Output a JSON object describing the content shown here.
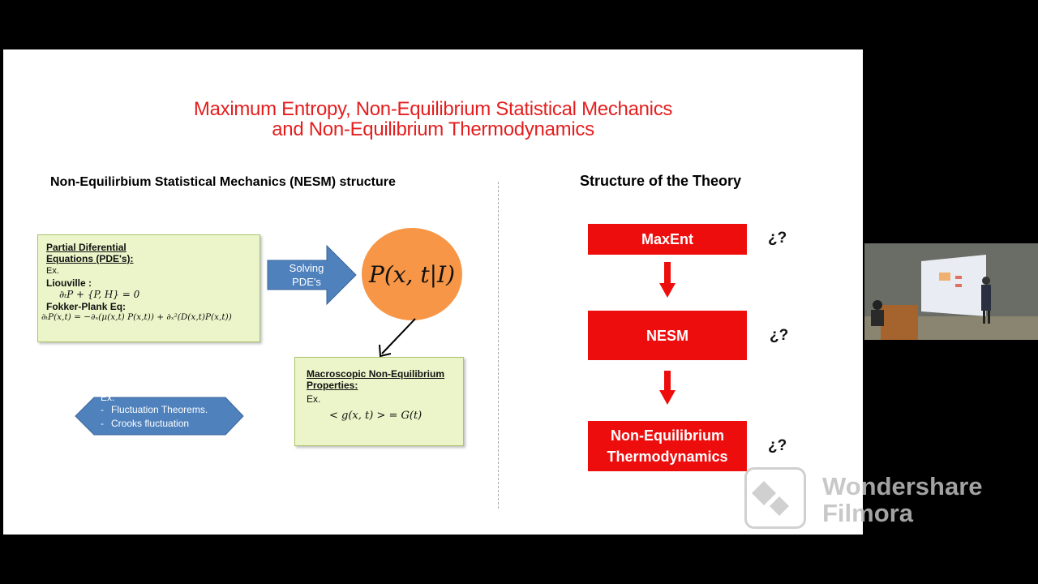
{
  "slide": {
    "title_line1": "Maximum Entropy, Non-Equilibrium Statistical Mechanics",
    "title_line2": "and Non-Equilibrium Thermodynamics",
    "left_heading": "Non-Equilirbium Statistical Mechanics (NESM) structure",
    "right_heading": "Structure of the Theory",
    "pde_box": {
      "title_line1": "Partial Diferential",
      "title_line2": "Equations (PDE's):",
      "ex": "Ex.",
      "liouville": "Liouville :",
      "liouville_eq": "∂ₜP + {P, H} = 0",
      "fokker": "Fokker-Plank Eq:",
      "fokker_eq": "∂ₜP(x,t) = −∂ₓ(μ(x,t) P(x,t)) + ∂ₓ²(D(x,t)P(x,t))"
    },
    "solving_arrow": {
      "line1": "Solving",
      "line2": "PDE's"
    },
    "circle_label": "P(x, t|I)",
    "macro_box": {
      "title_line1": "Macroscopic Non-Equilibrium",
      "title_line2": "Properties:",
      "ex": "Ex.",
      "eq": "< g(x, t) > = G(t)"
    },
    "hexagon": {
      "ex": "Ex.",
      "item1": "Fluctuation Theorems.",
      "item2": "Crooks fluctuation"
    },
    "structure": [
      {
        "label_line1": "MaxEnt",
        "label_line2": "",
        "mark": "¿?"
      },
      {
        "label_line1": "NESM",
        "label_line2": "",
        "mark": "¿?"
      },
      {
        "label_line1": "Non-Equilibrium",
        "label_line2": "Thermodynamics",
        "mark": "¿?"
      }
    ]
  },
  "watermark": {
    "line1": "Wondershare",
    "line2": "Filmora"
  },
  "colors": {
    "title_red": "#e41e1e",
    "box_red": "#ee0d0d",
    "arrow_blue": "#4f81bd",
    "circle_orange": "#f79646",
    "box_green": "#ebf5c9"
  }
}
